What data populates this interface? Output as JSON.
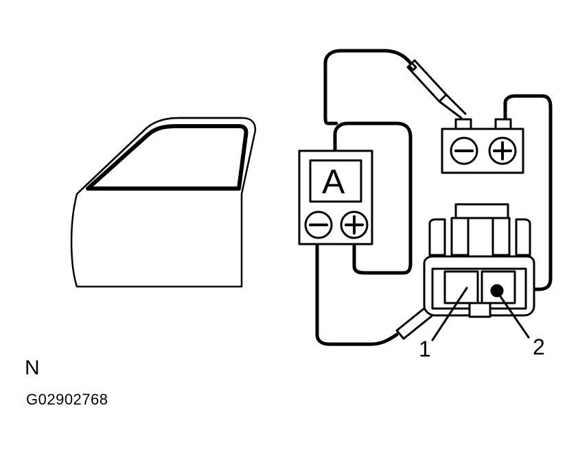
{
  "diagram": {
    "view_letter": "N",
    "figure_code": "G02902768",
    "meter_label": "A",
    "terminal_1": "1",
    "terminal_2": "2",
    "symbols": {
      "minus": "minus-symbol",
      "plus": "plus-symbol"
    }
  }
}
